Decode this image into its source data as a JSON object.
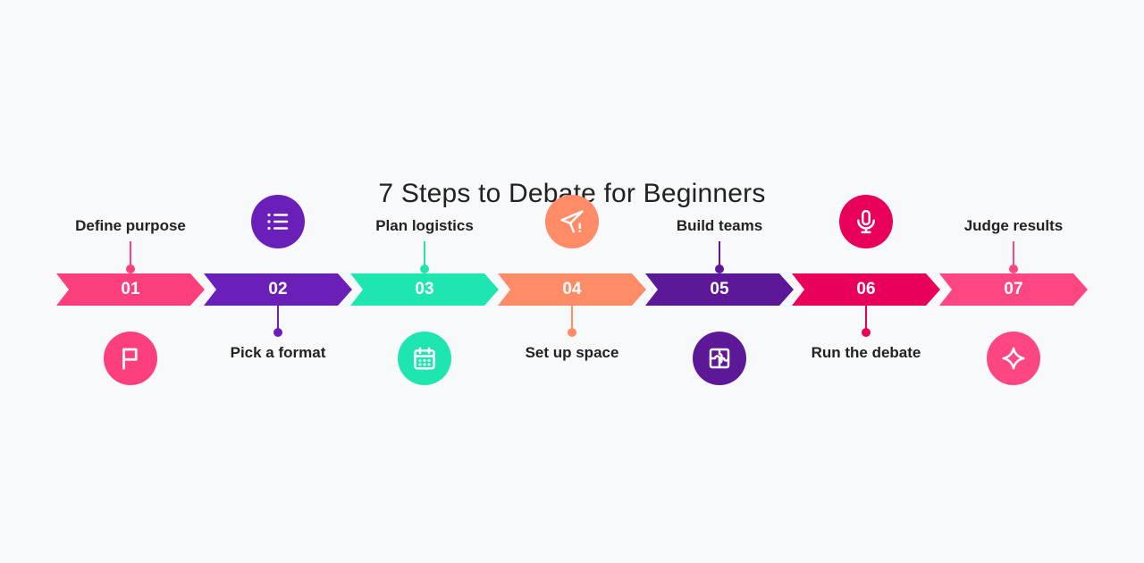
{
  "title": "7 Steps to Debate for Beginners",
  "steps": [
    {
      "number": "01",
      "label": "Define purpose",
      "color": "#fe3f7e",
      "icon": "flag-icon"
    },
    {
      "number": "02",
      "label": "Pick a format",
      "color": "#6a20b8",
      "icon": "list-icon"
    },
    {
      "number": "03",
      "label": "Plan logistics",
      "color": "#1fe6b1",
      "icon": "calendar-icon"
    },
    {
      "number": "04",
      "label": "Set up space",
      "color": "#ff8c66",
      "icon": "send-alert-icon"
    },
    {
      "number": "05",
      "label": "Build teams",
      "color": "#5c1896",
      "icon": "puzzle-icon"
    },
    {
      "number": "06",
      "label": "Run the debate",
      "color": "#e8005a",
      "icon": "microphone-icon"
    },
    {
      "number": "07",
      "label": "Judge results",
      "color": "#fe4683",
      "icon": "sparkle-icon"
    }
  ]
}
